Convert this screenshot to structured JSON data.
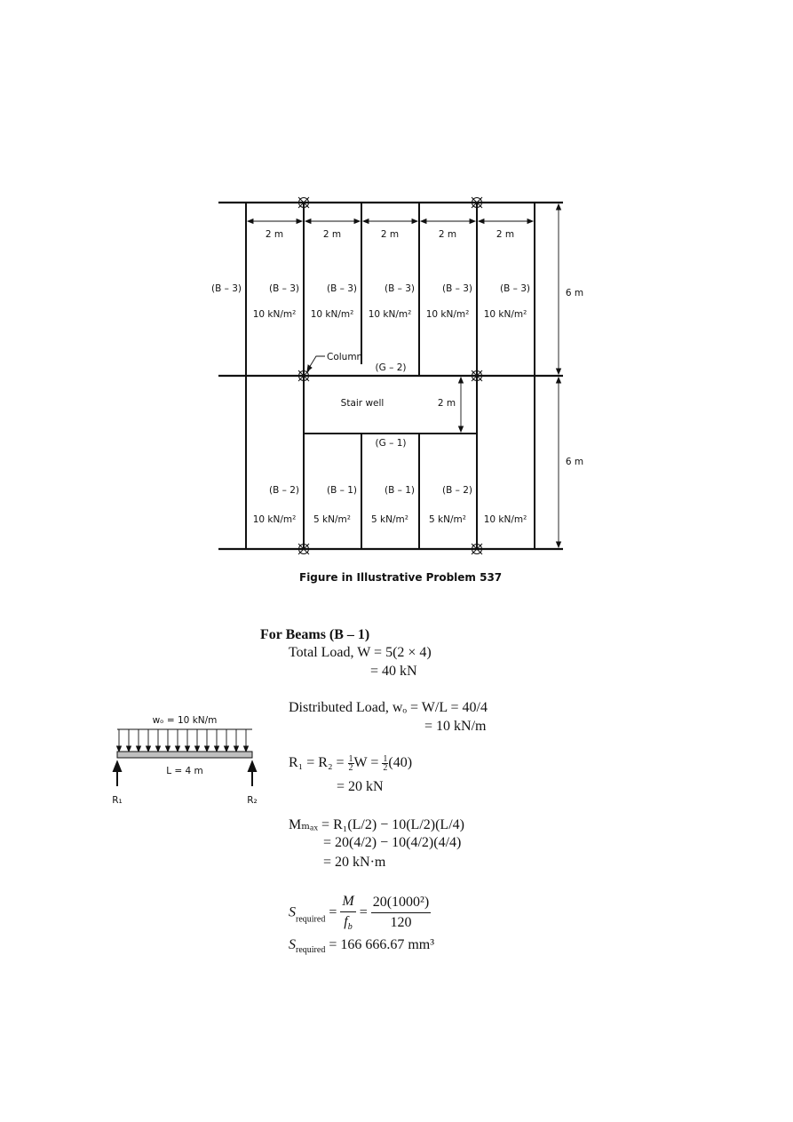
{
  "framing": {
    "beam_labels_top": [
      "(B – 3)",
      "(B – 3)",
      "(B – 3)",
      "(B – 3)",
      "(B – 3)",
      "(B – 3)"
    ],
    "loads_top": [
      "10 kN/m²",
      "10 kN/m²",
      "10 kN/m²",
      "10 kN/m²",
      "10 kN/m²"
    ],
    "beam_labels_bottom": [
      "(B – 2)",
      "(B – 1)",
      "(B – 1)",
      "(B – 2)"
    ],
    "loads_bottom": [
      "10 kN/m²",
      "5 kN/m²",
      "5 kN/m²",
      "5 kN/m²",
      "10 kN/m²"
    ],
    "spacings": [
      "2 m",
      "2 m",
      "2 m",
      "2 m",
      "2 m"
    ],
    "column_label": "Column",
    "girder_top": "(G – 2)",
    "girder_bottom": "(G – 1)",
    "stairwell_label": "Stair well",
    "stairwell_dim": "2 m",
    "height_top": "6 m",
    "height_bottom": "6 m"
  },
  "caption": "Figure in Illustrative Problem 537",
  "beam_diagram": {
    "load_label": "wₒ = 10 kN/m",
    "span_label": "L = 4 m",
    "left_reaction": "R₁",
    "right_reaction": "R₂"
  },
  "solution": {
    "heading": "For Beams (B – 1)",
    "total_load_1": "Total Load, W = 5(2 × 4)",
    "total_load_2": "= 40 kN",
    "dist_load_1": "Distributed Load, wₒ = W/L = 40/4",
    "dist_load_2": "= 10 kN/m",
    "reactions_left": "R₁ = R₂ = ",
    "reactions_frac": "1",
    "reactions_den": "2",
    "reactions_mid": "W = ",
    "reactions_end": "(40)",
    "reactions_2": "= 20 kN",
    "moment_1": "Mₘₐₓ = R₁(L/2) − 10(L/2)(L/4)",
    "moment_2": "= 20(4/2) − 10(4/2)(4/4)",
    "moment_3": "= 20 kN·m",
    "s_label": "S",
    "s_sub": "required",
    "s_eq": " = ",
    "s_m": "M",
    "s_fb": "f",
    "s_fb_sub": "b",
    "s_num": "20(1000²)",
    "s_den": "120",
    "s_result": " = 166 666.67 mm³"
  }
}
